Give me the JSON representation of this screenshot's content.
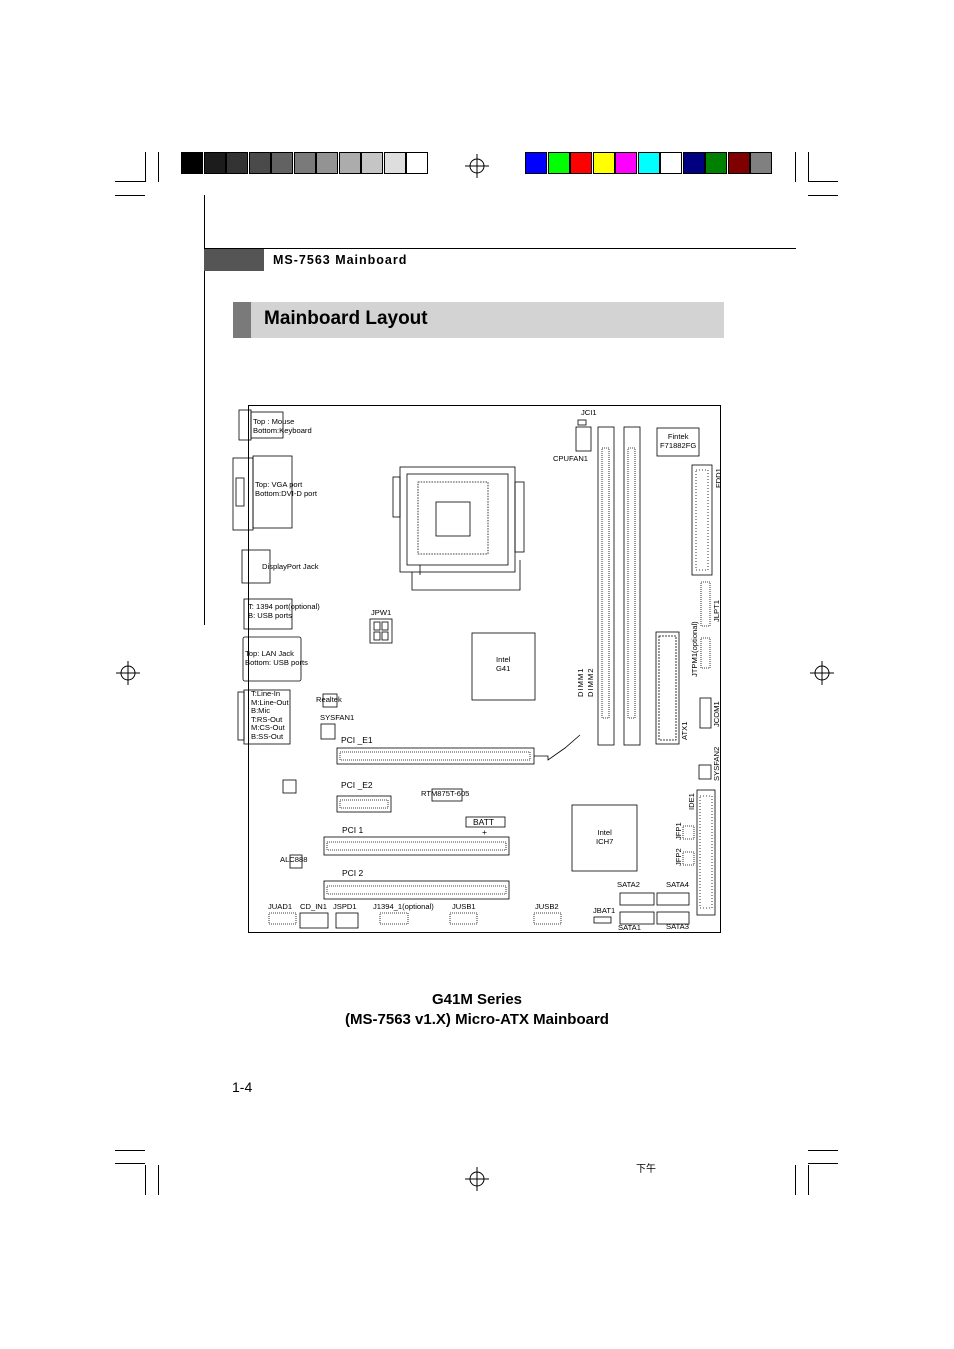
{
  "header": {
    "model": "MS-7563 Mainboard"
  },
  "section": {
    "title": "Mainboard Layout"
  },
  "labels": {
    "mouse_kb": [
      "Top : Mouse",
      "Bottom:Keyboard"
    ],
    "vga": [
      "Top: VGA port",
      "Bottom:DVI-D port"
    ],
    "displayport": "DisplayPort Jack",
    "usb1394": [
      "T:  1394 port(optional)",
      "B: USB ports"
    ],
    "lan": [
      "Top: LAN Jack",
      "Bottom: USB ports"
    ],
    "audio": [
      "T:Line-In",
      "M:Line-Out",
      "B:Mic",
      "T:RS-Out",
      "M:CS-Out",
      "B:SS-Out"
    ],
    "jci1": "JCI1",
    "cpufan1": "CPUFAN1",
    "fintek": [
      "Fintek",
      "F71882FG"
    ],
    "fdd1": "FDD1",
    "jlpt1": "JLPT1",
    "jtpm1": "JTPM1(optional)",
    "jpw1": "JPW1",
    "intel_g41": [
      "Intel",
      "G41"
    ],
    "dimm1": "DIMM1",
    "dimm2": "DIMM2",
    "atx1": "ATX1",
    "jcom1": "JCOM1",
    "sysfan2": "SYSFAN2",
    "realtek": "Realtek",
    "sysfan1": "SYSFAN1",
    "pci_e1": "PCI _E1",
    "pci_e2": "PCI _E2",
    "rtm": "RTM875T-605",
    "batt": "BATT",
    "batt_plus": "+",
    "pci1": "PCI 1",
    "pci2": "PCI 2",
    "intel_ich7": [
      "Intel",
      "ICH7"
    ],
    "ide1": "IDE1",
    "jfp1": "JFP1",
    "jfp2": "JFP2",
    "alc888": "ALC888",
    "sata2": "SATA2",
    "sata4": "SATA4",
    "sata1": "SATA1",
    "sata3": "SATA3",
    "jbat1": "JBAT1",
    "juad1": "JUAD1",
    "cd_in1": "CD_IN1",
    "jspd1": "JSPD1",
    "j1394": "J1394_1(optional)",
    "jusb1": "JUSB1",
    "jusb2": "JUSB2"
  },
  "caption": {
    "line1": "G41M Series",
    "line2": "(MS-7563 v1.X) Micro-ATX Mainboard"
  },
  "page_number": "1-4",
  "footer_mark": "下午",
  "colors": {
    "grayscale": [
      "#000000",
      "#1c1c1c",
      "#333333",
      "#4a4a4a",
      "#626262",
      "#7a7a7a",
      "#939393",
      "#acacac",
      "#c5c5c5",
      "#dedede",
      "#ffffff"
    ],
    "process": [
      "#0000ff",
      "#00ff00",
      "#ff0000",
      "#ffff00",
      "#ff00ff",
      "#00ffff",
      "#ffffff",
      "#000080",
      "#008000",
      "#800000",
      "#808080"
    ],
    "header_tab": "#555555",
    "title_bar": "#d3d3d3"
  }
}
